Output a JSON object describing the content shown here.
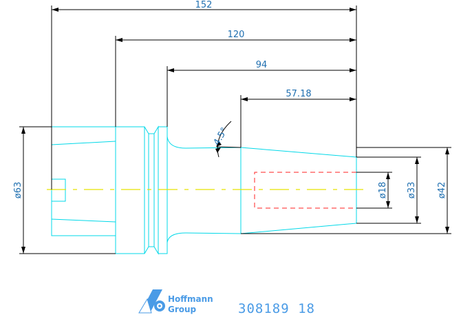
{
  "dimensions": {
    "length_152": "152",
    "length_120": "120",
    "length_94": "94",
    "length_57_18": "57.18",
    "angle": "4.5°",
    "dia_63": "ø63",
    "dia_18": "ø18",
    "dia_33": "ø33",
    "dia_42": "ø42"
  },
  "logo": {
    "line1": "Hoffmann",
    "line2": "Group",
    "icon": "hoffmann-group-logo-icon"
  },
  "part_number": "308189 18",
  "colors": {
    "geometry": "#00d8e8",
    "dimension_lines": "#000000",
    "dimension_text": "#1f6fb0",
    "center_line": "#e8e400",
    "hidden_line": "#ff2020",
    "brand": "#4a9be6"
  }
}
